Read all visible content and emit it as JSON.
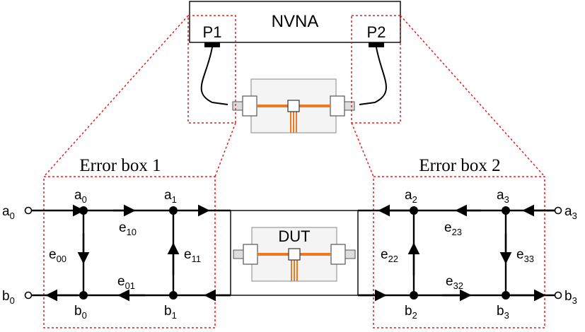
{
  "instrument": {
    "label": "NVNA",
    "port1": "P1",
    "port2": "P2"
  },
  "dut_label": "DUT",
  "error_box_1": {
    "title": "Error box 1",
    "inputs": {
      "a_terminal": {
        "base": "a",
        "sub": "0"
      },
      "b_terminal": {
        "base": "b",
        "sub": "0"
      }
    },
    "nodes": {
      "a0": {
        "base": "a",
        "sub": "0"
      },
      "a1": {
        "base": "a",
        "sub": "1"
      },
      "b0": {
        "base": "b",
        "sub": "0"
      },
      "b1": {
        "base": "b",
        "sub": "1"
      }
    },
    "terms": {
      "e10": {
        "base": "e",
        "sub": "10"
      },
      "e00": {
        "base": "e",
        "sub": "00"
      },
      "e11": {
        "base": "e",
        "sub": "11"
      },
      "e01": {
        "base": "e",
        "sub": "01"
      }
    }
  },
  "error_box_2": {
    "title": "Error box 2",
    "inputs": {
      "a_terminal": {
        "base": "a",
        "sub": "3"
      },
      "b_terminal": {
        "base": "b",
        "sub": "3"
      }
    },
    "nodes": {
      "a2": {
        "base": "a",
        "sub": "2"
      },
      "a3": {
        "base": "a",
        "sub": "3"
      },
      "b2": {
        "base": "b",
        "sub": "2"
      },
      "b3": {
        "base": "b",
        "sub": "3"
      }
    },
    "terms": {
      "e23": {
        "base": "e",
        "sub": "23"
      },
      "e22": {
        "base": "e",
        "sub": "22"
      },
      "e33": {
        "base": "e",
        "sub": "33"
      },
      "e32": {
        "base": "e",
        "sub": "32"
      }
    }
  },
  "colors": {
    "dashed_outline": "#e02020",
    "trace": "#f07820",
    "fixture_fill": "#e6e6e6"
  }
}
